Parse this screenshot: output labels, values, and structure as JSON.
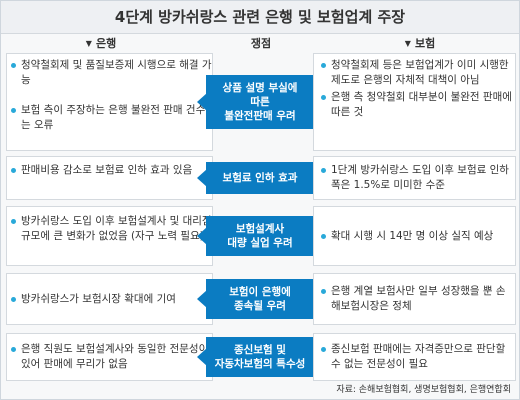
{
  "title": "4단계 방카쉬랑스 관련 은행 및 보험업계 주장",
  "headers": {
    "left": "은행",
    "middle": "쟁점",
    "right": "보험",
    "triangle": "▼"
  },
  "rows": [
    {
      "left": [
        "청약철회제 및 품질보증제 시행으로 해결 가능",
        "보험 측이 주장하는 은행 불완전 판매 건수는 오류"
      ],
      "center": [
        "상품 설명 부실에",
        "따른",
        "불완전판매 우려"
      ],
      "right": [
        "청약철회제 등은 보험업계가 이미 시행한 제도로 은행의 자체적 대책이 아님",
        "은행 측 청약철회 대부분이 불완전 판매에 따른 것"
      ]
    },
    {
      "left": [
        "판매비용 감소로 보험료 인하 효과 있음"
      ],
      "center": [
        "보험료 인하 효과"
      ],
      "right": [
        "1단계 방카쉬랑스 도입 이후 보험료 인하 폭은 1.5%로 미미한 수준"
      ]
    },
    {
      "left": [
        "방카쉬랑스 도입 이후 보험설계사 및 대리점 규모에 큰 변화가 없었음 (자구 노력 필요)"
      ],
      "center": [
        "보험설계사",
        "대량 실업 우려"
      ],
      "right": [
        "확대 시행 시 14만 명 이상 실직 예상"
      ]
    },
    {
      "left": [
        "방카쉬랑스가 보험시장 확대에 기여"
      ],
      "center": [
        "보험이 은행에",
        "종속될 우려"
      ],
      "right": [
        "은행 계열 보험사만 일부 성장했을 뿐 손해보험시장은 정체"
      ]
    },
    {
      "left": [
        "은행 직원도 보험설계사와 동일한 전문성이 있어 판매에 무리가 없음"
      ],
      "center": [
        "종신보험 및",
        "자동차보험의 특수성"
      ],
      "right": [
        "종신보험 판매에는 자격증만으로 판단할 수 없는 전문성이 필요"
      ]
    }
  ],
  "source": "자료: 손해보험협회, 생명보험협회, 은행연합회",
  "colors": {
    "accent": "#0b7cc2",
    "bullet": "#29a9d9"
  }
}
